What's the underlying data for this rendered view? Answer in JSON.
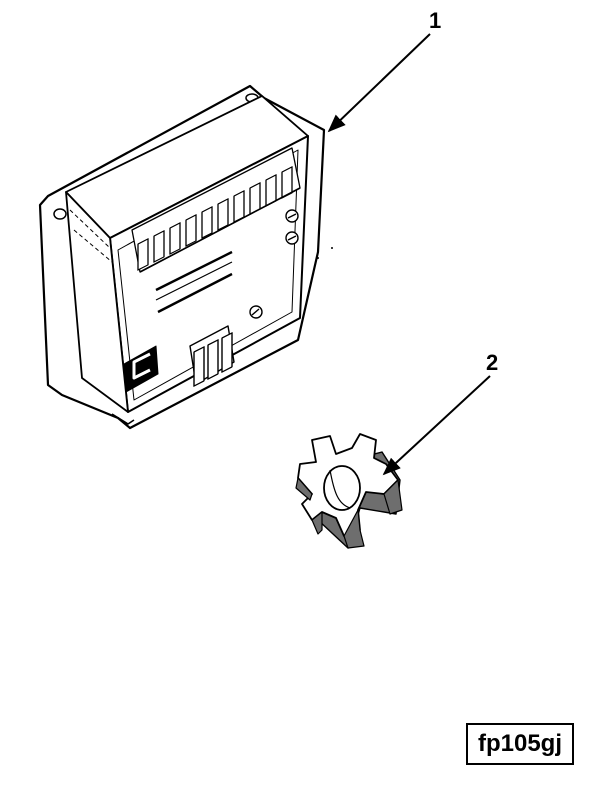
{
  "callouts": [
    {
      "label": "1"
    },
    {
      "label": "2"
    }
  ],
  "figure_id": "fp105gj",
  "colors": {
    "ink": "#000000",
    "paper": "#ffffff",
    "shade": "#6e6e6e"
  }
}
